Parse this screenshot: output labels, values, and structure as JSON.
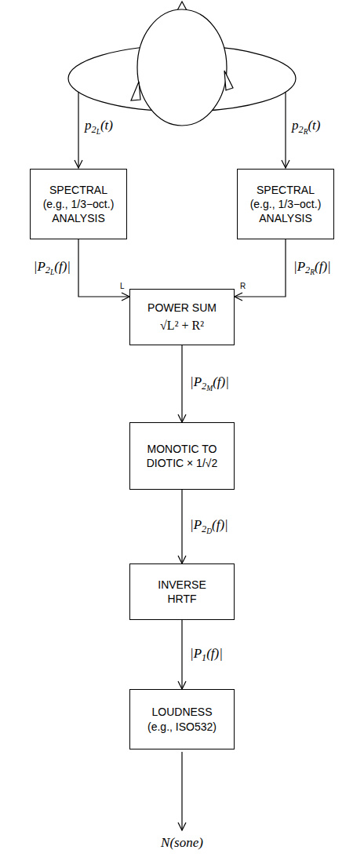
{
  "diagram": {
    "nodes": [
      {
        "text": [
          "SPECTRAL (e.g., 1/3−oct.) ANALYSIS"
        ]
      },
      {
        "text": [
          "SPECTRAL (e.g., 1/3−oct.) ANALYSIS"
        ]
      },
      {
        "text": [
          "POWER SUM",
          "√L² + R²"
        ]
      },
      {
        "text": [
          "MONOTIC TO DIOTIC × 1/√2"
        ]
      },
      {
        "text": [
          "INVERSE HRTF"
        ]
      },
      {
        "text": [
          "LOUDNESS (e.g., ISO532)"
        ]
      }
    ],
    "edges": [
      {
        "from": 0,
        "to": 2,
        "arrow": "to",
        "label": "|P2L(f)|"
      },
      {
        "from": 1,
        "to": 2,
        "arrow": "to",
        "label": "|P2R(f)|"
      },
      {
        "from": 2,
        "to": 3,
        "arrow": "to",
        "label": "|P2M(f)|"
      },
      {
        "from": 3,
        "to": 4,
        "arrow": "to",
        "label": "|P2D(f)|"
      },
      {
        "from": 4,
        "to": 5,
        "arrow": "to",
        "label": "|P1(f)|"
      }
    ],
    "labels": [
      "p2L(t)",
      "p2R(t)",
      "L",
      "R",
      "N(sone)"
    ]
  }
}
